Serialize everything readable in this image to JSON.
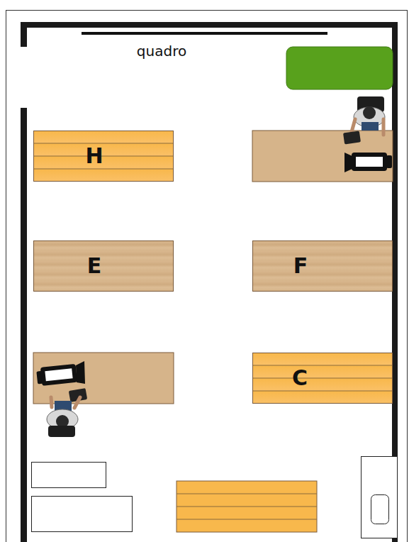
{
  "diagram": {
    "nodes": [
      {
        "text": [
          "H"
        ]
      },
      {
        "text": [
          "E"
        ]
      },
      {
        "text": [
          "F"
        ]
      },
      {
        "text": [
          "C"
        ]
      }
    ],
    "labels": [
      "quadro"
    ]
  }
}
